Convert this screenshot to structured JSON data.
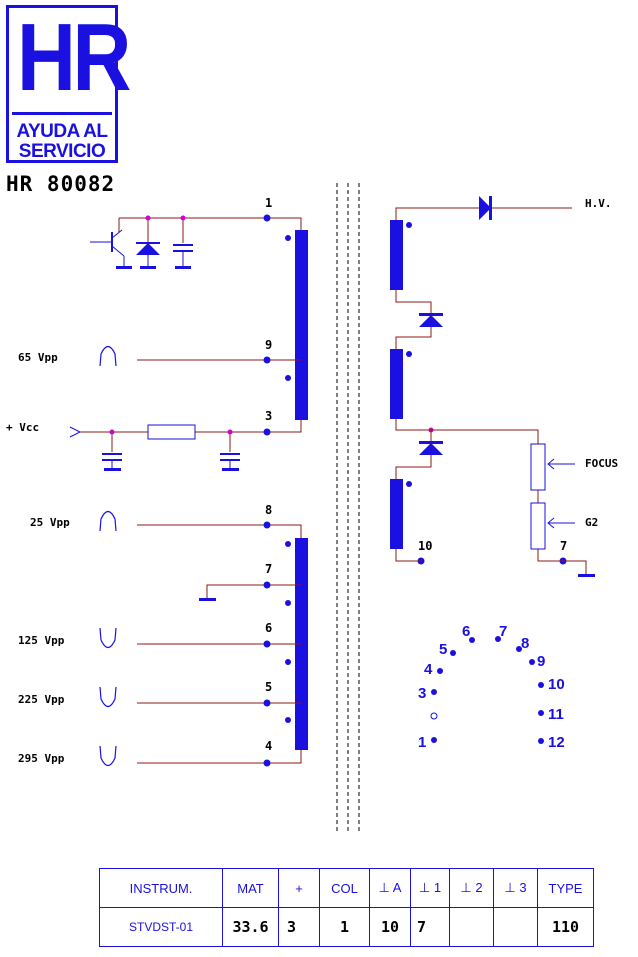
{
  "logo": {
    "main": "HR",
    "line1": "AYUDA AL",
    "line2": "SERVICIO"
  },
  "model": "HR 80082",
  "primary_pins": {
    "p1": "1",
    "p9": "9",
    "p3": "3"
  },
  "secondary_pins": {
    "p8": "8",
    "p7": "7",
    "p6": "6",
    "p5": "5",
    "p4": "4"
  },
  "hv_pins": {
    "p10": "10",
    "p7": "7"
  },
  "signals": {
    "s65": "65 Vpp",
    "vcc": "+ Vcc",
    "s25": "25 Vpp",
    "s125": "125 Vpp",
    "s225": "225 Vpp",
    "s295": "295 Vpp"
  },
  "outputs": {
    "hv": "H.V.",
    "focus": "FOCUS",
    "g2": "G2"
  },
  "socket": [
    "1",
    "3",
    "4",
    "5",
    "6",
    "7",
    "8",
    "9",
    "10",
    "11",
    "12"
  ],
  "colors": {
    "accent": "#1a10e0",
    "wire": "#8b1a1a",
    "node": "#d000d0"
  },
  "table": {
    "headers": [
      "INSTRUM.",
      "MAT",
      "+",
      "COL",
      "⊥ A",
      "⊥ 1",
      "⊥ 2",
      "⊥ 3",
      "TYPE"
    ],
    "values": [
      "STVDST-01",
      "33.6",
      "3",
      "1",
      "10",
      "7",
      "",
      "",
      "110"
    ]
  }
}
